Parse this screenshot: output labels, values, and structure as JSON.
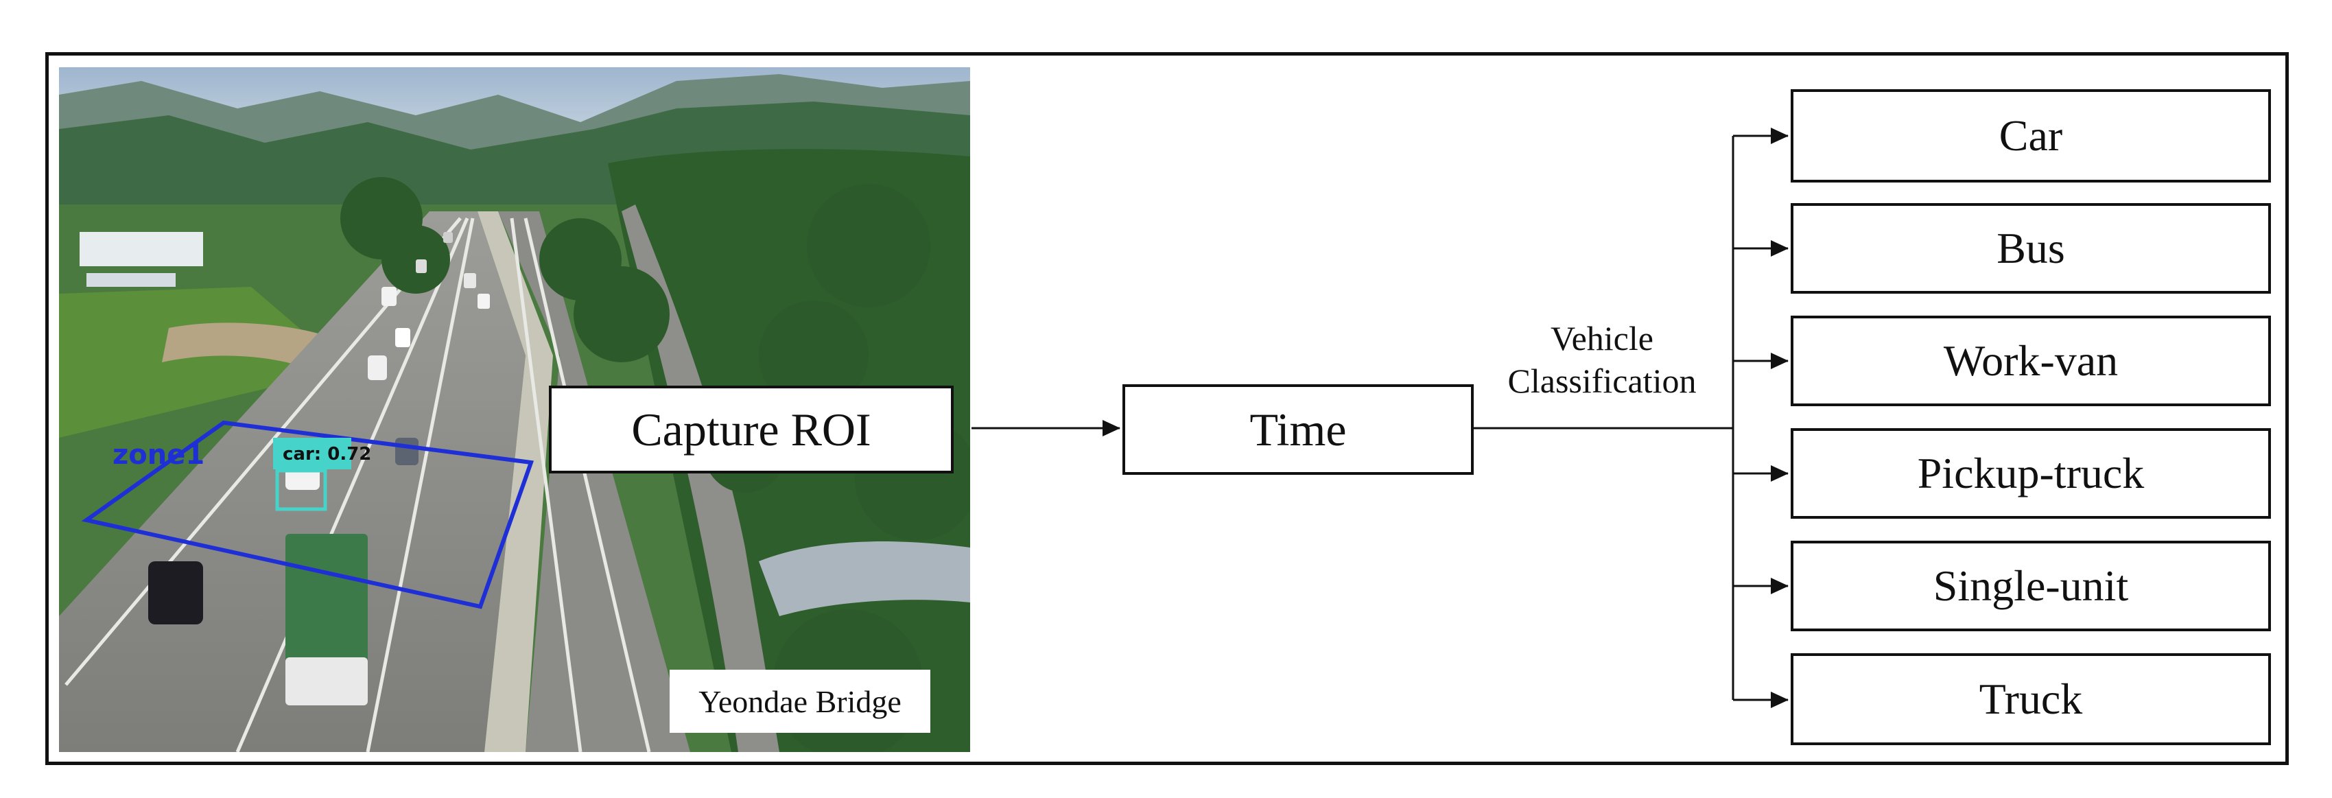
{
  "photo": {
    "zone_label": "zone1",
    "detection_label": "car: 0.72",
    "caption": "Yeondae Bridge"
  },
  "nodes": {
    "capture": "Capture ROI",
    "time": "Time"
  },
  "edge_label": {
    "line1": "Vehicle",
    "line2": "Classification"
  },
  "classes": [
    {
      "label": "Car"
    },
    {
      "label": "Bus"
    },
    {
      "label": "Work-van"
    },
    {
      "label": "Pickup-truck"
    },
    {
      "label": "Single-unit"
    },
    {
      "label": "Truck"
    }
  ],
  "colors": {
    "zone": "#1f2fd6",
    "detection": "#46d3c9",
    "line": "#111111"
  }
}
